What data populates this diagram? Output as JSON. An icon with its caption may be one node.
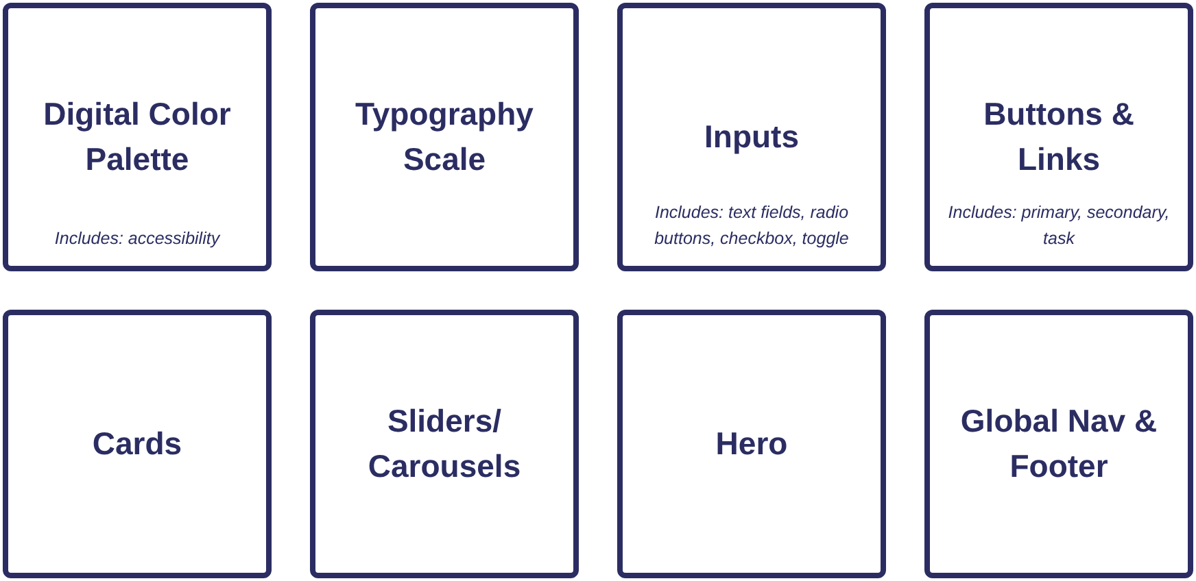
{
  "diagram": {
    "nodes": [
      {
        "text": [
          "Digital Color Palette",
          "Includes: accessibility"
        ]
      },
      {
        "text": [
          "Typography Scale"
        ]
      },
      {
        "text": [
          "Inputs",
          "Includes: text fields, radio buttons, checkbox, toggle"
        ]
      },
      {
        "text": [
          "Buttons & Links",
          "Includes: primary, secondary, task"
        ]
      },
      {
        "text": [
          "Cards"
        ]
      },
      {
        "text": [
          "Sliders/ Carousels"
        ]
      },
      {
        "text": [
          "Hero"
        ]
      },
      {
        "text": [
          "Global Nav & Footer"
        ]
      }
    ]
  }
}
